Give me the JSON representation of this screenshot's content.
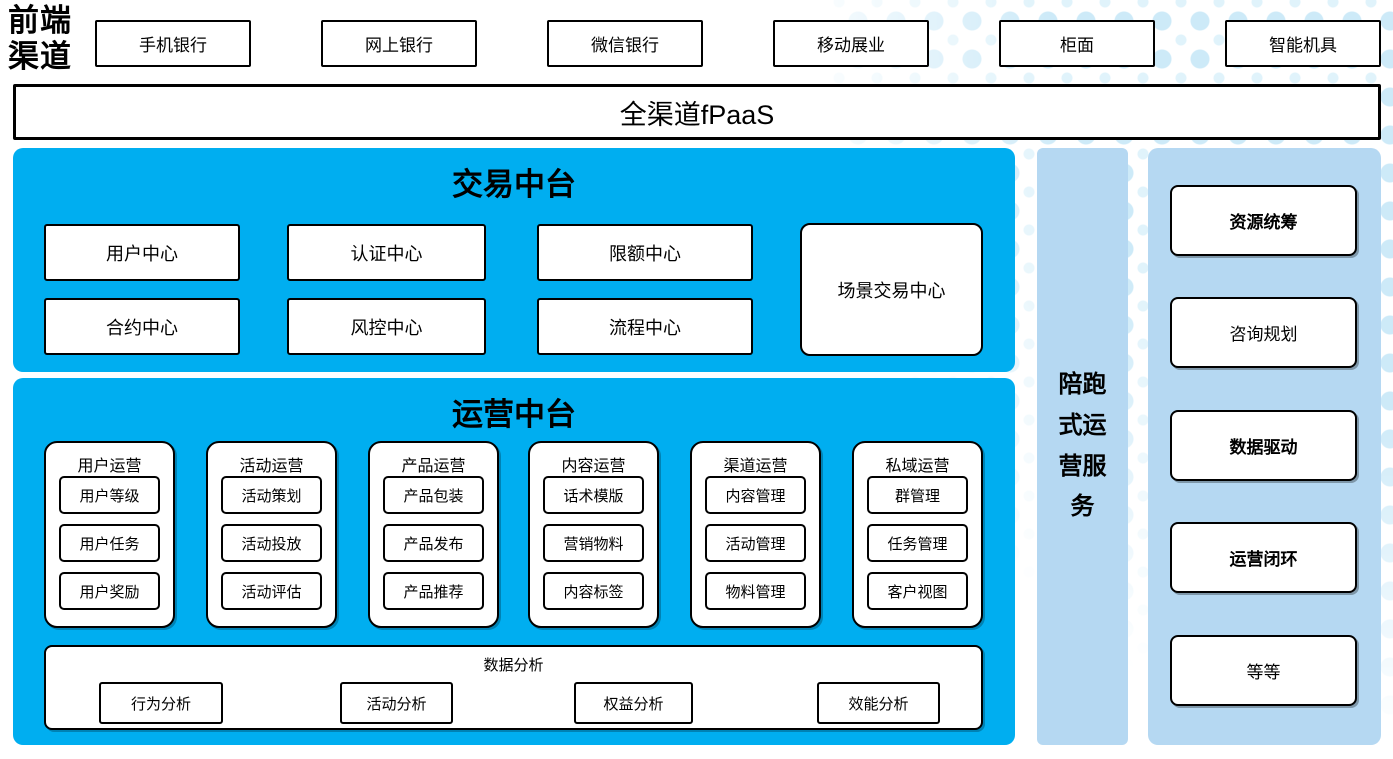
{
  "colors": {
    "accent_blue": "#00AEF0",
    "panel_light_blue": "#B5D8F2",
    "dot_color_1": "#CDEAF8",
    "dot_color_2": "#E0F3FB",
    "box_border": "#000000",
    "box_fill": "#FFFFFF"
  },
  "front_channels": {
    "label": "前端渠道",
    "items": [
      "手机银行",
      "网上银行",
      "微信银行",
      "移动展业",
      "柜面",
      "智能机具"
    ]
  },
  "fpaas_bar": {
    "label": "全渠道fPaaS"
  },
  "trade_platform": {
    "title": "交易中台",
    "centers": [
      "用户中心",
      "认证中心",
      "限额中心",
      "合约中心",
      "风控中心",
      "流程中心"
    ],
    "scene_center": "场景交易中心"
  },
  "ops_platform": {
    "title": "运营中台",
    "groups": [
      {
        "title": "用户运营",
        "items": [
          "用户等级",
          "用户任务",
          "用户奖励"
        ]
      },
      {
        "title": "活动运营",
        "items": [
          "活动策划",
          "活动投放",
          "活动评估"
        ]
      },
      {
        "title": "产品运营",
        "items": [
          "产品包装",
          "产品发布",
          "产品推荐"
        ]
      },
      {
        "title": "内容运营",
        "items": [
          "话术模版",
          "营销物料",
          "内容标签"
        ]
      },
      {
        "title": "渠道运营",
        "items": [
          "内容管理",
          "活动管理",
          "物料管理"
        ]
      },
      {
        "title": "私域运营",
        "items": [
          "群管理",
          "任务管理",
          "客户视图"
        ]
      }
    ],
    "analytics": {
      "title": "数据分析",
      "items": [
        "行为分析",
        "活动分析",
        "权益分析",
        "效能分析"
      ]
    }
  },
  "companion_service": {
    "label": "陪跑式运营服务"
  },
  "service_panel": {
    "items": [
      "资源统筹",
      "咨询规划",
      "数据驱动",
      "运营闭环",
      "等等"
    ]
  }
}
